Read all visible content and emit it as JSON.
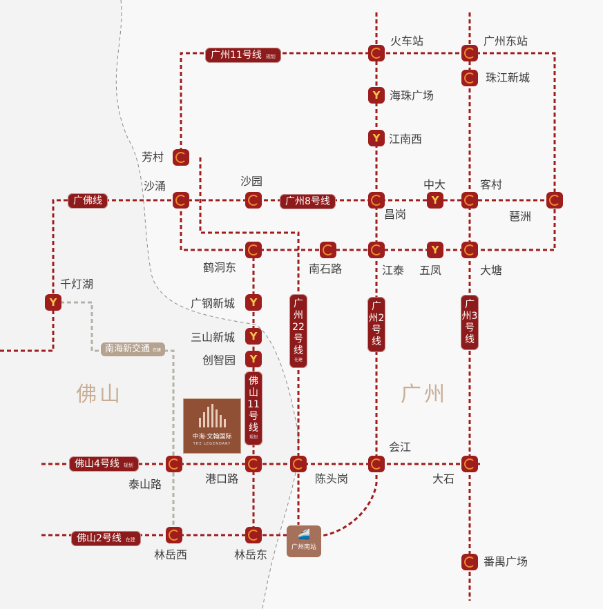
{
  "regions": {
    "foshan": "佛山",
    "guangzhou": "广州"
  },
  "project": {
    "name": "中海·文翰国际",
    "subtitle": "THE LEGENDARY"
  },
  "lines": {
    "gz11": {
      "label": "广州11号线",
      "tag": "规划"
    },
    "gf": {
      "label": "广佛线"
    },
    "gz8": {
      "label": "广州8号线"
    },
    "gz22": {
      "label": "广州22号线",
      "tag": "在建"
    },
    "gz2": {
      "label": "广州2号线"
    },
    "gz3": {
      "label": "广州3号线"
    },
    "fs11": {
      "label": "佛山11号线",
      "tag": "规划"
    },
    "fs4": {
      "label": "佛山4号线",
      "tag": "规划"
    },
    "fs2": {
      "label": "佛山2号线",
      "tag": "在建"
    },
    "nhtram": {
      "label": "南海新交通",
      "tag": "在建"
    }
  },
  "stations": {
    "huochezhan": "火车站",
    "gzdongzhan": "广州东站",
    "zhujiangxincheng": "珠江新城",
    "haizhuguangchang": "海珠广场",
    "jiangnanxi": "江南西",
    "fangcun": "芳村",
    "shayong": "沙涌",
    "shayuan": "沙园",
    "zhongda": "中大",
    "kecun": "客村",
    "changgang": "昌岗",
    "pazhou": "琶洲",
    "hedongdong": "鹤洞东",
    "nanshilu": "南石路",
    "jiangtai": "江泰",
    "wufeng": "五凤",
    "datang": "大塘",
    "qiandenghu": "千灯湖",
    "guanggangxincheng": "广钢新城",
    "sanshanxincheng": "三山新城",
    "chuangzhiyuan": "创智园",
    "huijiang": "会江",
    "taishanlu": "泰山路",
    "gangkoulu": "港口路",
    "chentougang": "陈头岗",
    "dashi": "大石",
    "linyuexi": "林岳西",
    "linyuedong": "林岳东",
    "gznanzhan": "广州南站",
    "panyuguangchang": "番禺广场"
  },
  "colors": {
    "line": "#9e1d1d",
    "transfer_icon": "#f08a2c",
    "metro_logo": "#f6c24a",
    "tram": "#b5a28f"
  }
}
